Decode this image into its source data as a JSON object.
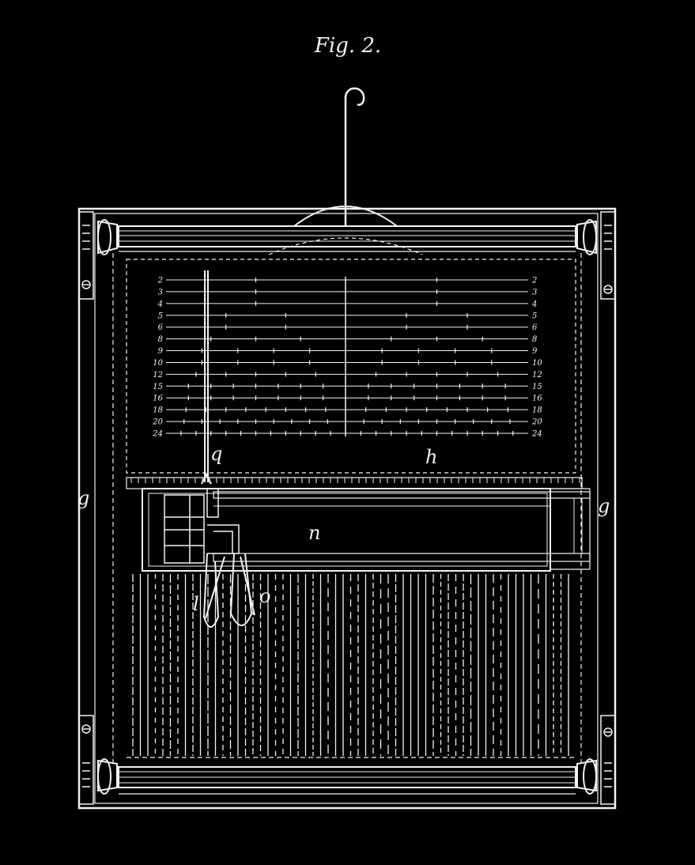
{
  "figure": {
    "title": "Fig. 2.",
    "ink_color": "#f2f2f2",
    "background_color": "#000000"
  },
  "scale_numbers": [
    "2",
    "3",
    "4",
    "5",
    "6",
    "8",
    "9",
    "10",
    "12",
    "15",
    "16",
    "18",
    "20",
    "24"
  ],
  "reference_letters": {
    "q": "q",
    "h": "h",
    "g_left": "g",
    "g_right": "g",
    "n": "n",
    "l": "l",
    "o": "o"
  }
}
